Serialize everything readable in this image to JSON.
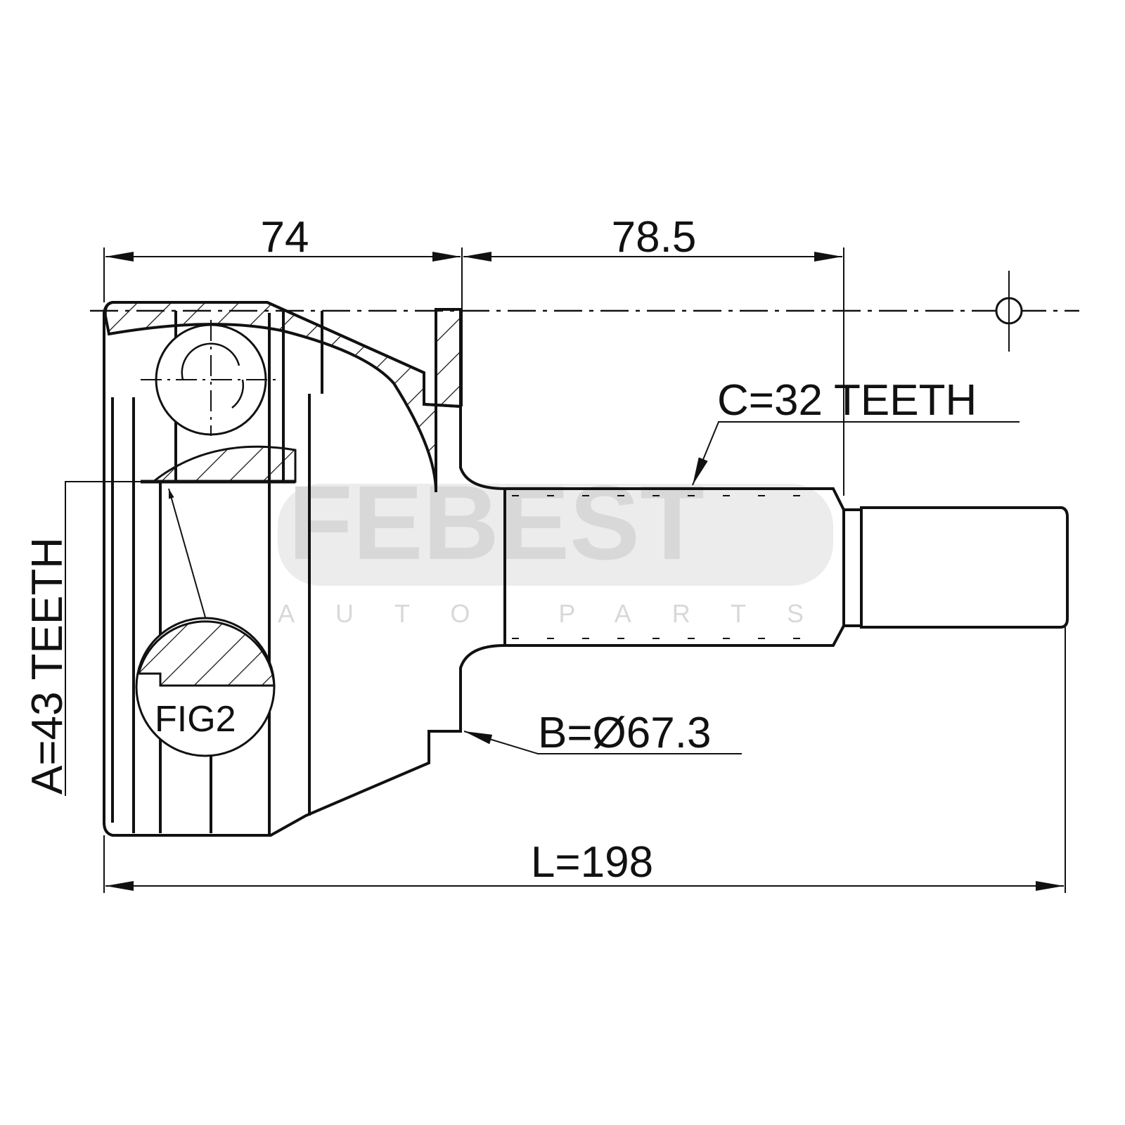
{
  "drawing": {
    "dimensions": {
      "housing_length": "74",
      "shaft_length": "78.5",
      "total_length": "L=198",
      "outer_teeth": "A=43 TEETH",
      "seal_diameter": "B=Ø67.3",
      "shaft_teeth": "C=32 TEETH"
    },
    "detail_label": "FIG2",
    "watermark": {
      "brand": "FEBEST",
      "tagline": "AUTO PARTS"
    },
    "colors": {
      "line": "#111111",
      "watermark": "#d8d8d8"
    }
  }
}
